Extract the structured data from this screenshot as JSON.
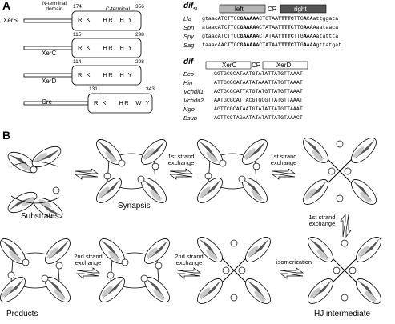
{
  "panel_a": {
    "label": "A",
    "domain_labels": {
      "n_terminal": "N-terminal\ndomain",
      "c_terminal": "C-terminal\ndomain"
    },
    "proteins": [
      {
        "name": "XerS",
        "start": "174",
        "end": "356",
        "residues": "R K    HR  H Y"
      },
      {
        "name": "XerC",
        "start": "115",
        "end": "298",
        "residues": "R K    HR  H Y"
      },
      {
        "name": "XerD",
        "start": "114",
        "end": "298",
        "residues": "R K    HR  H Y"
      },
      {
        "name": "Cre",
        "start": "131",
        "end": "343",
        "residues": "R K    HR  W Y"
      }
    ],
    "dif_sl": {
      "title": "dif",
      "subscript": "SL",
      "left_box": "left",
      "cr": "CR",
      "right_box": "right",
      "rows": [
        {
          "org": "Lla",
          "a": "gtaacATCT",
          "b": "T",
          "c": "CC",
          "d": "GAAAA",
          "e": "ACTGTAA",
          "f": "TTTTC",
          "g": "TTG",
          "h": "A",
          "i": "CAattggata"
        },
        {
          "org": "Spn",
          "a": "ataacATCT",
          "b": "T",
          "c": "CC",
          "d": "GAAAA",
          "e": "ACTATAA",
          "f": "TTTTC",
          "g": "TTG",
          "h": "A",
          "i": "AAAaataaca"
        },
        {
          "org": "Spy",
          "a": "gtaacATCT",
          "b": "T",
          "c": "CC",
          "d": "GAAAA",
          "e": "ACTATAA",
          "f": "TTTTC",
          "g": "TTG",
          "h": "A",
          "i": "AAAatattta"
        },
        {
          "org": "Sag",
          "a": "taaacAACT",
          "b": "T",
          "c": "CC",
          "d": "GAAAA",
          "e": "ACTATAA",
          "f": "TTTTC",
          "g": "TTG",
          "h": "A",
          "i": "AAAgttatgat"
        }
      ]
    },
    "dif": {
      "title": "dif",
      "left_box": "XerC",
      "cr": "CR",
      "right_box": "XerD",
      "rows": [
        {
          "org": "Eco",
          "seq": "GGTGCGCATAATGTATATTATGTTAAAT"
        },
        {
          "org": "Hin",
          "seq": "ATTGCGCATAATATAAATTATGTTAAAT"
        },
        {
          "org": "Vchdif1",
          "seq": "AGTGCGCATTATGTATGTTATGTTAAAT"
        },
        {
          "org": "Vchdif2",
          "seq": "AATGCGCATTACGTGCGTTATGTTAAAT"
        },
        {
          "org": "Ngo",
          "seq": "AGTTCGCATAATGTATATTATGTTAAAT"
        },
        {
          "org": "Bsub",
          "seq": "ACTTCCTAGAATATATATTATGTAAACT"
        }
      ]
    }
  },
  "panel_b": {
    "label": "B",
    "stages": {
      "substrates": "Substrates",
      "synapsis": "Synapsis",
      "hj_intermediate": "HJ intermediate",
      "products": "Products"
    },
    "steps": {
      "first_exchange_a": "1st strand\nexchange",
      "first_exchange_b": "1st strand\nexchange",
      "first_exchange_c": "1st strand\nexchange",
      "second_exchange_a": "2nd strand\nexchange",
      "second_exchange_b": "2nd strand\nexchange",
      "isomerization": "isomerization"
    },
    "colors": {
      "protein_dark": "#5a5a5a",
      "protein_light": "#c8c8c8",
      "line": "#000000"
    }
  }
}
